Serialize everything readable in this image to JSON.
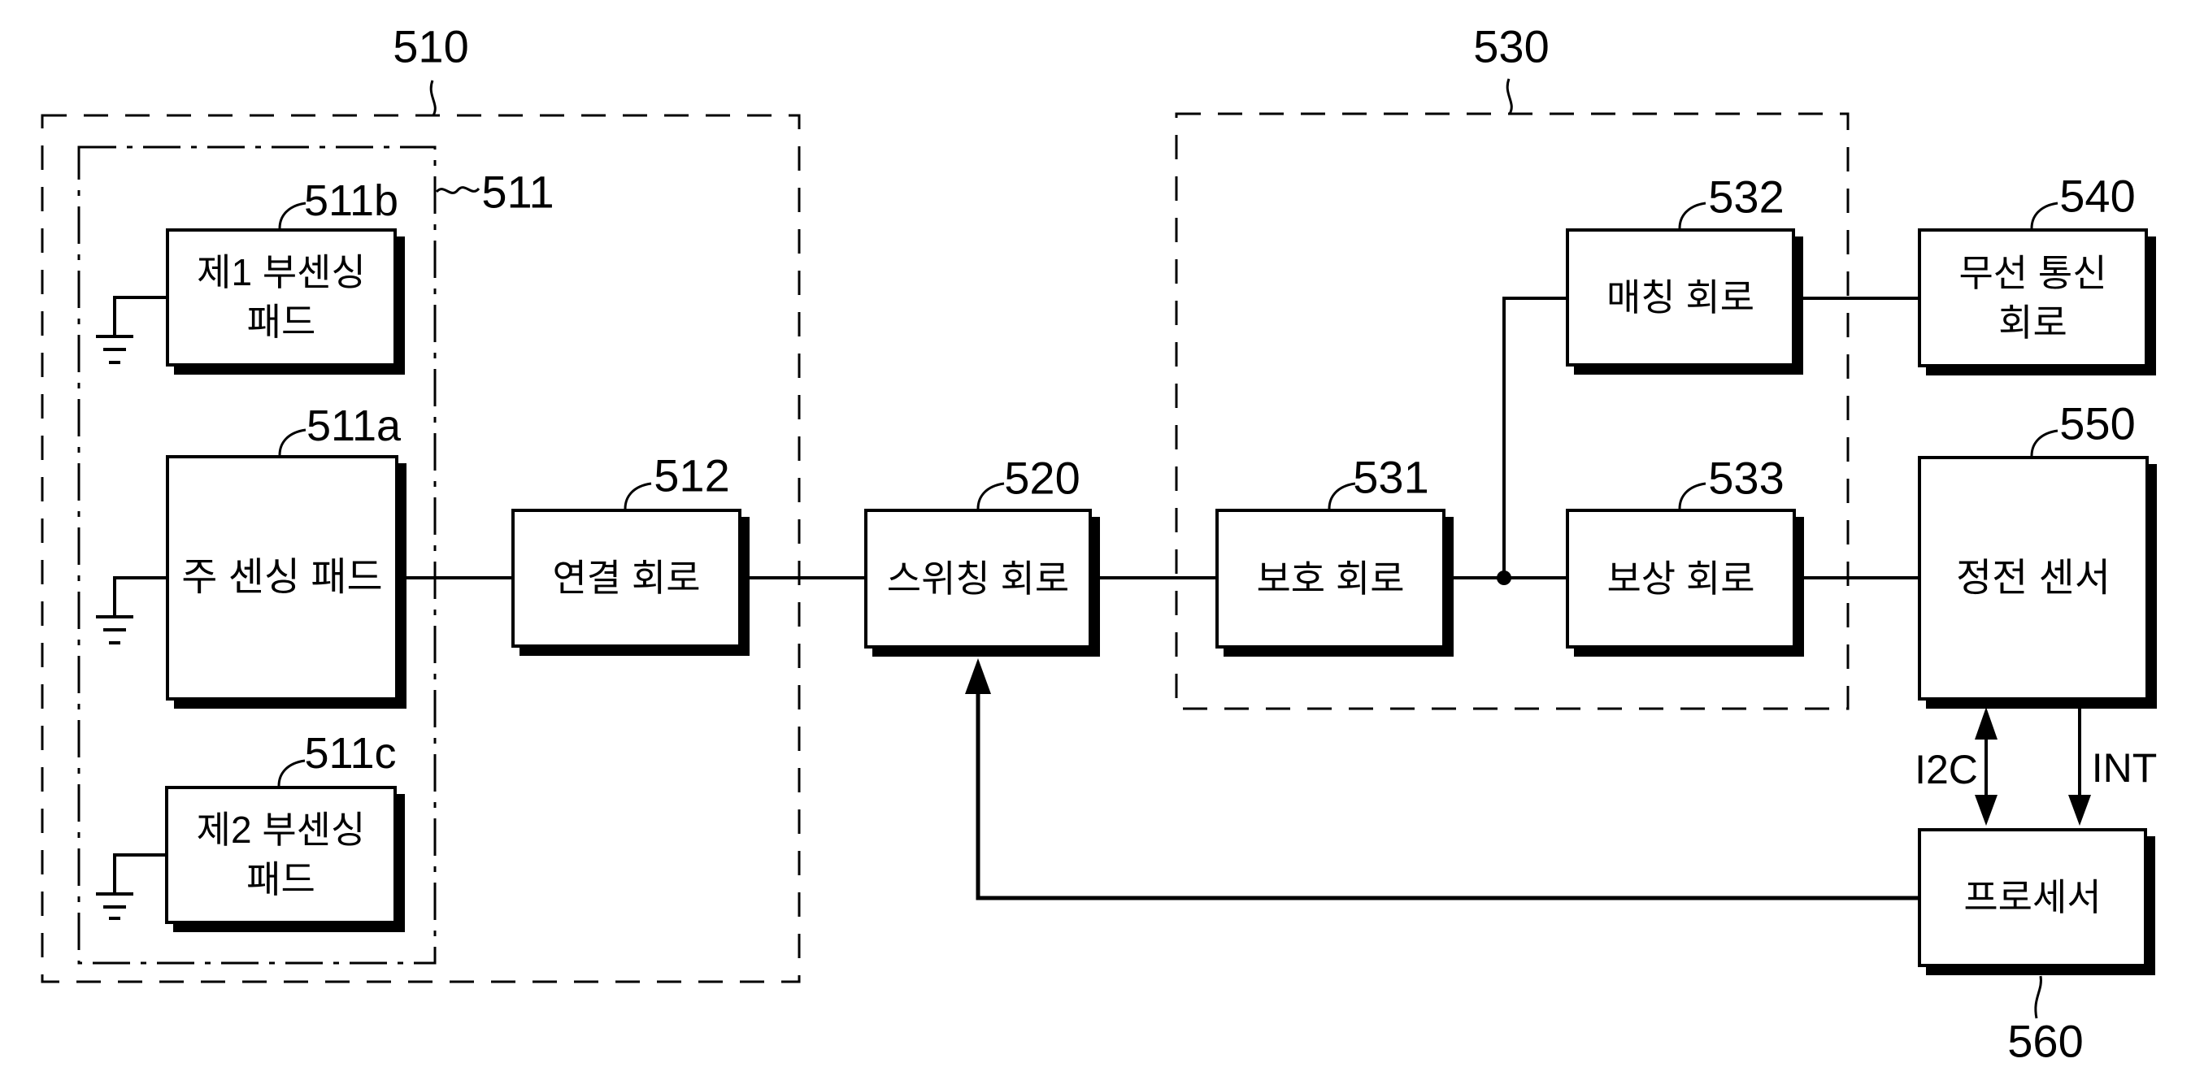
{
  "fig": {
    "colors": {
      "ink": "#000000",
      "background": "#ffffff"
    },
    "groups": {
      "sensing_unit": {
        "ref": "510"
      },
      "pad_group": {
        "ref": "511"
      },
      "front_end": {
        "ref": "530"
      }
    },
    "blocks": {
      "sub_pad_1": {
        "ref": "511b",
        "label": "제1 부센싱\n패드"
      },
      "main_pad": {
        "ref": "511a",
        "label": "주 센싱 패드"
      },
      "sub_pad_2": {
        "ref": "511c",
        "label": "제2 부센싱\n패드"
      },
      "connection": {
        "ref": "512",
        "label": "연결 회로"
      },
      "switching": {
        "ref": "520",
        "label": "스위칭 회로"
      },
      "protection": {
        "ref": "531",
        "label": "보호 회로"
      },
      "matching": {
        "ref": "532",
        "label": "매칭 회로"
      },
      "compensation": {
        "ref": "533",
        "label": "보상 회로"
      },
      "wireless": {
        "ref": "540",
        "label": "무선 통신\n회로"
      },
      "sensor": {
        "ref": "550",
        "label": "정전 센서"
      },
      "processor": {
        "ref": "560",
        "label": "프로세서"
      }
    },
    "signals": {
      "i2c": "I2C",
      "interrupt": "INT"
    }
  }
}
